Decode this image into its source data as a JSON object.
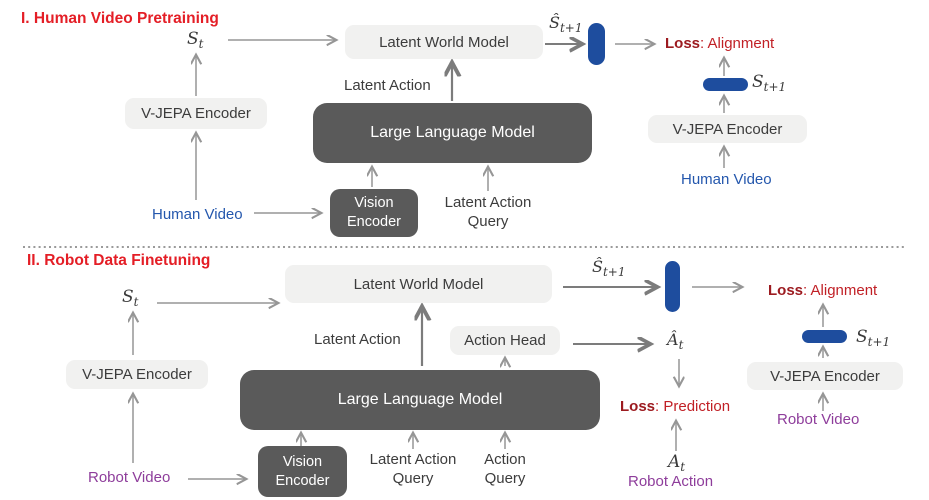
{
  "colors": {
    "heading_red": "#e41e26",
    "loss_word_red": "#9c1b20",
    "loss_value_red": "#c12026",
    "video_blue": "#2457ad",
    "robot_purple": "#8e3d9b",
    "pill_blue": "#1e4d9e",
    "dark_box_gray": "#5a5a5a",
    "light_box_gray": "#f1f1f0",
    "arrow_gray": "#969696"
  },
  "top": {
    "heading": "I. Human Video Pretraining",
    "s_t": {
      "base": "S",
      "sub": "t"
    },
    "latent_world_model": "Latent World Model",
    "vjepa_left": "V-JEPA Encoder",
    "human_video_left": "Human Video",
    "llm": "Large Language Model",
    "vision_encoder": {
      "line1": "Vision",
      "line2": "Encoder"
    },
    "latent_action": "Latent Action",
    "latent_action_query": {
      "line1": "Latent Action",
      "line2": "Query"
    },
    "s_hat_t1": {
      "base": "Ŝ",
      "sub": "t+1"
    },
    "loss_alignment": {
      "label": "Loss",
      "rest": ": Alignment"
    },
    "s_t1": {
      "base": "S",
      "sub": "t+1"
    },
    "vjepa_right": "V-JEPA Encoder",
    "human_video_right": "Human Video"
  },
  "bottom": {
    "heading": "II. Robot Data Finetuning",
    "s_t": {
      "base": "S",
      "sub": "t"
    },
    "latent_world_model": "Latent World Model",
    "vjepa_left": "V-JEPA Encoder",
    "robot_video_left": "Robot Video",
    "llm": "Large Language Model",
    "vision_encoder": {
      "line1": "Vision",
      "line2": "Encoder"
    },
    "latent_action": "Latent Action",
    "latent_action_query": {
      "line1": "Latent Action",
      "line2": "Query"
    },
    "action_query": {
      "line1": "Action",
      "line2": "Query"
    },
    "action_head": "Action Head",
    "s_hat_t1": {
      "base": "Ŝ",
      "sub": "t+1"
    },
    "loss_alignment": {
      "label": "Loss",
      "rest": ": Alignment"
    },
    "s_t1": {
      "base": "S",
      "sub": "t+1"
    },
    "vjepa_right": "V-JEPA Encoder",
    "robot_video_right": "Robot Video",
    "a_hat_t": {
      "base": "Â",
      "sub": "t"
    },
    "loss_prediction": {
      "label": "Loss",
      "rest": ": Prediction"
    },
    "a_t": {
      "base": "A",
      "sub": "t"
    },
    "robot_action": "Robot Action"
  }
}
